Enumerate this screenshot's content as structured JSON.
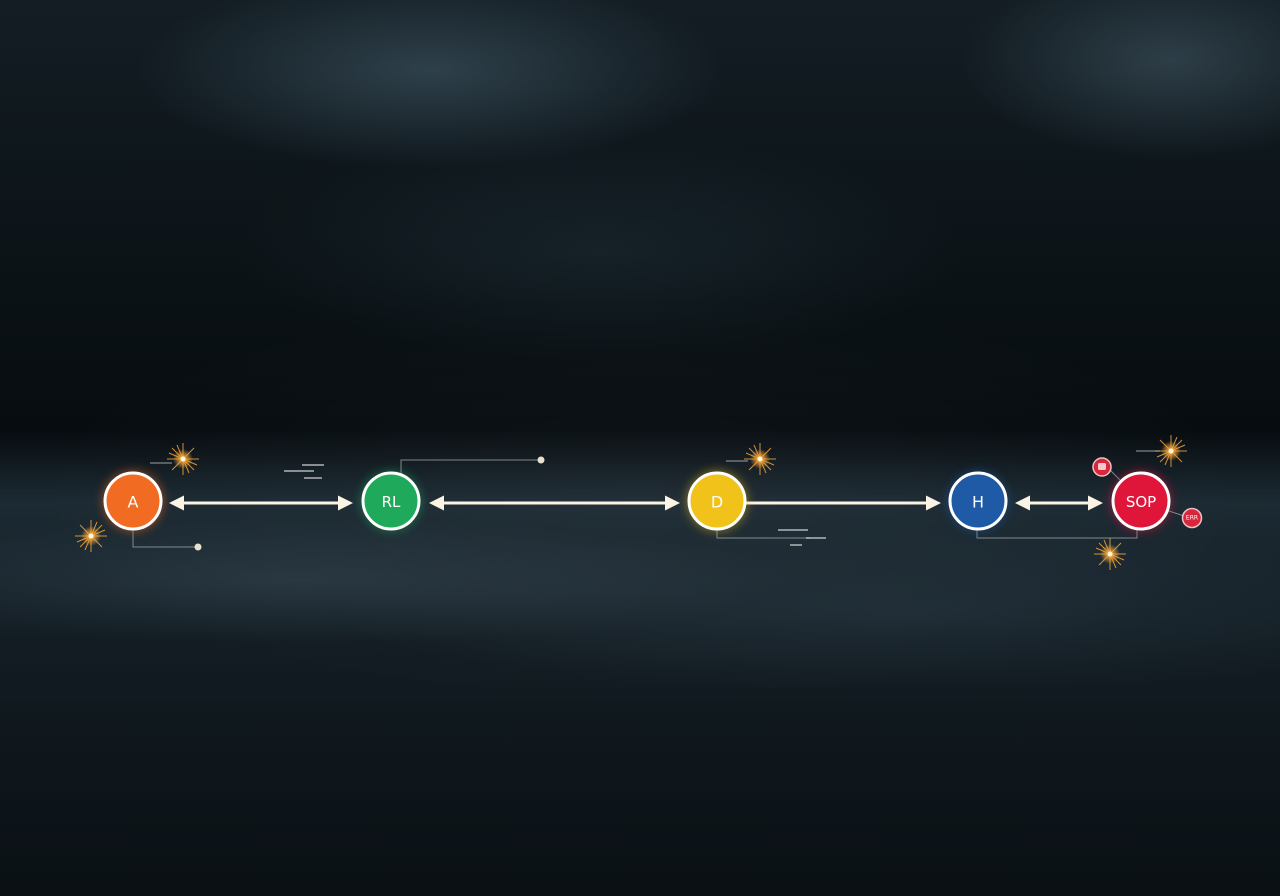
{
  "nodes": [
    {
      "id": "a",
      "label": "A",
      "color": "#f26b22"
    },
    {
      "id": "rl",
      "label": "RL",
      "color": "#1faa5b"
    },
    {
      "id": "d",
      "label": "D",
      "color": "#f0c21a"
    },
    {
      "id": "h",
      "label": "H",
      "color": "#1e5aa6"
    },
    {
      "id": "sop",
      "label": "SOP",
      "color": "#e0153a"
    }
  ],
  "badges": [
    {
      "id": "badge-top",
      "label": "",
      "color": "#d8263a"
    },
    {
      "id": "badge-right",
      "label": "ERR",
      "color": "#d8263a"
    }
  ],
  "edges": [
    {
      "from": "A",
      "to": "RL",
      "direction": "both",
      "glow": "#f0a060"
    },
    {
      "from": "RL",
      "to": "D",
      "direction": "both",
      "glow": "#a8d84a"
    },
    {
      "from": "D",
      "to": "H",
      "direction": "forward",
      "glow": "#f0c060"
    },
    {
      "from": "H",
      "to": "SOP",
      "direction": "both",
      "glow": "#f08080"
    }
  ],
  "colors": {
    "arrow": "#fbf3e4",
    "connector": "#9aa3a8",
    "spark": "#f3a43a"
  }
}
